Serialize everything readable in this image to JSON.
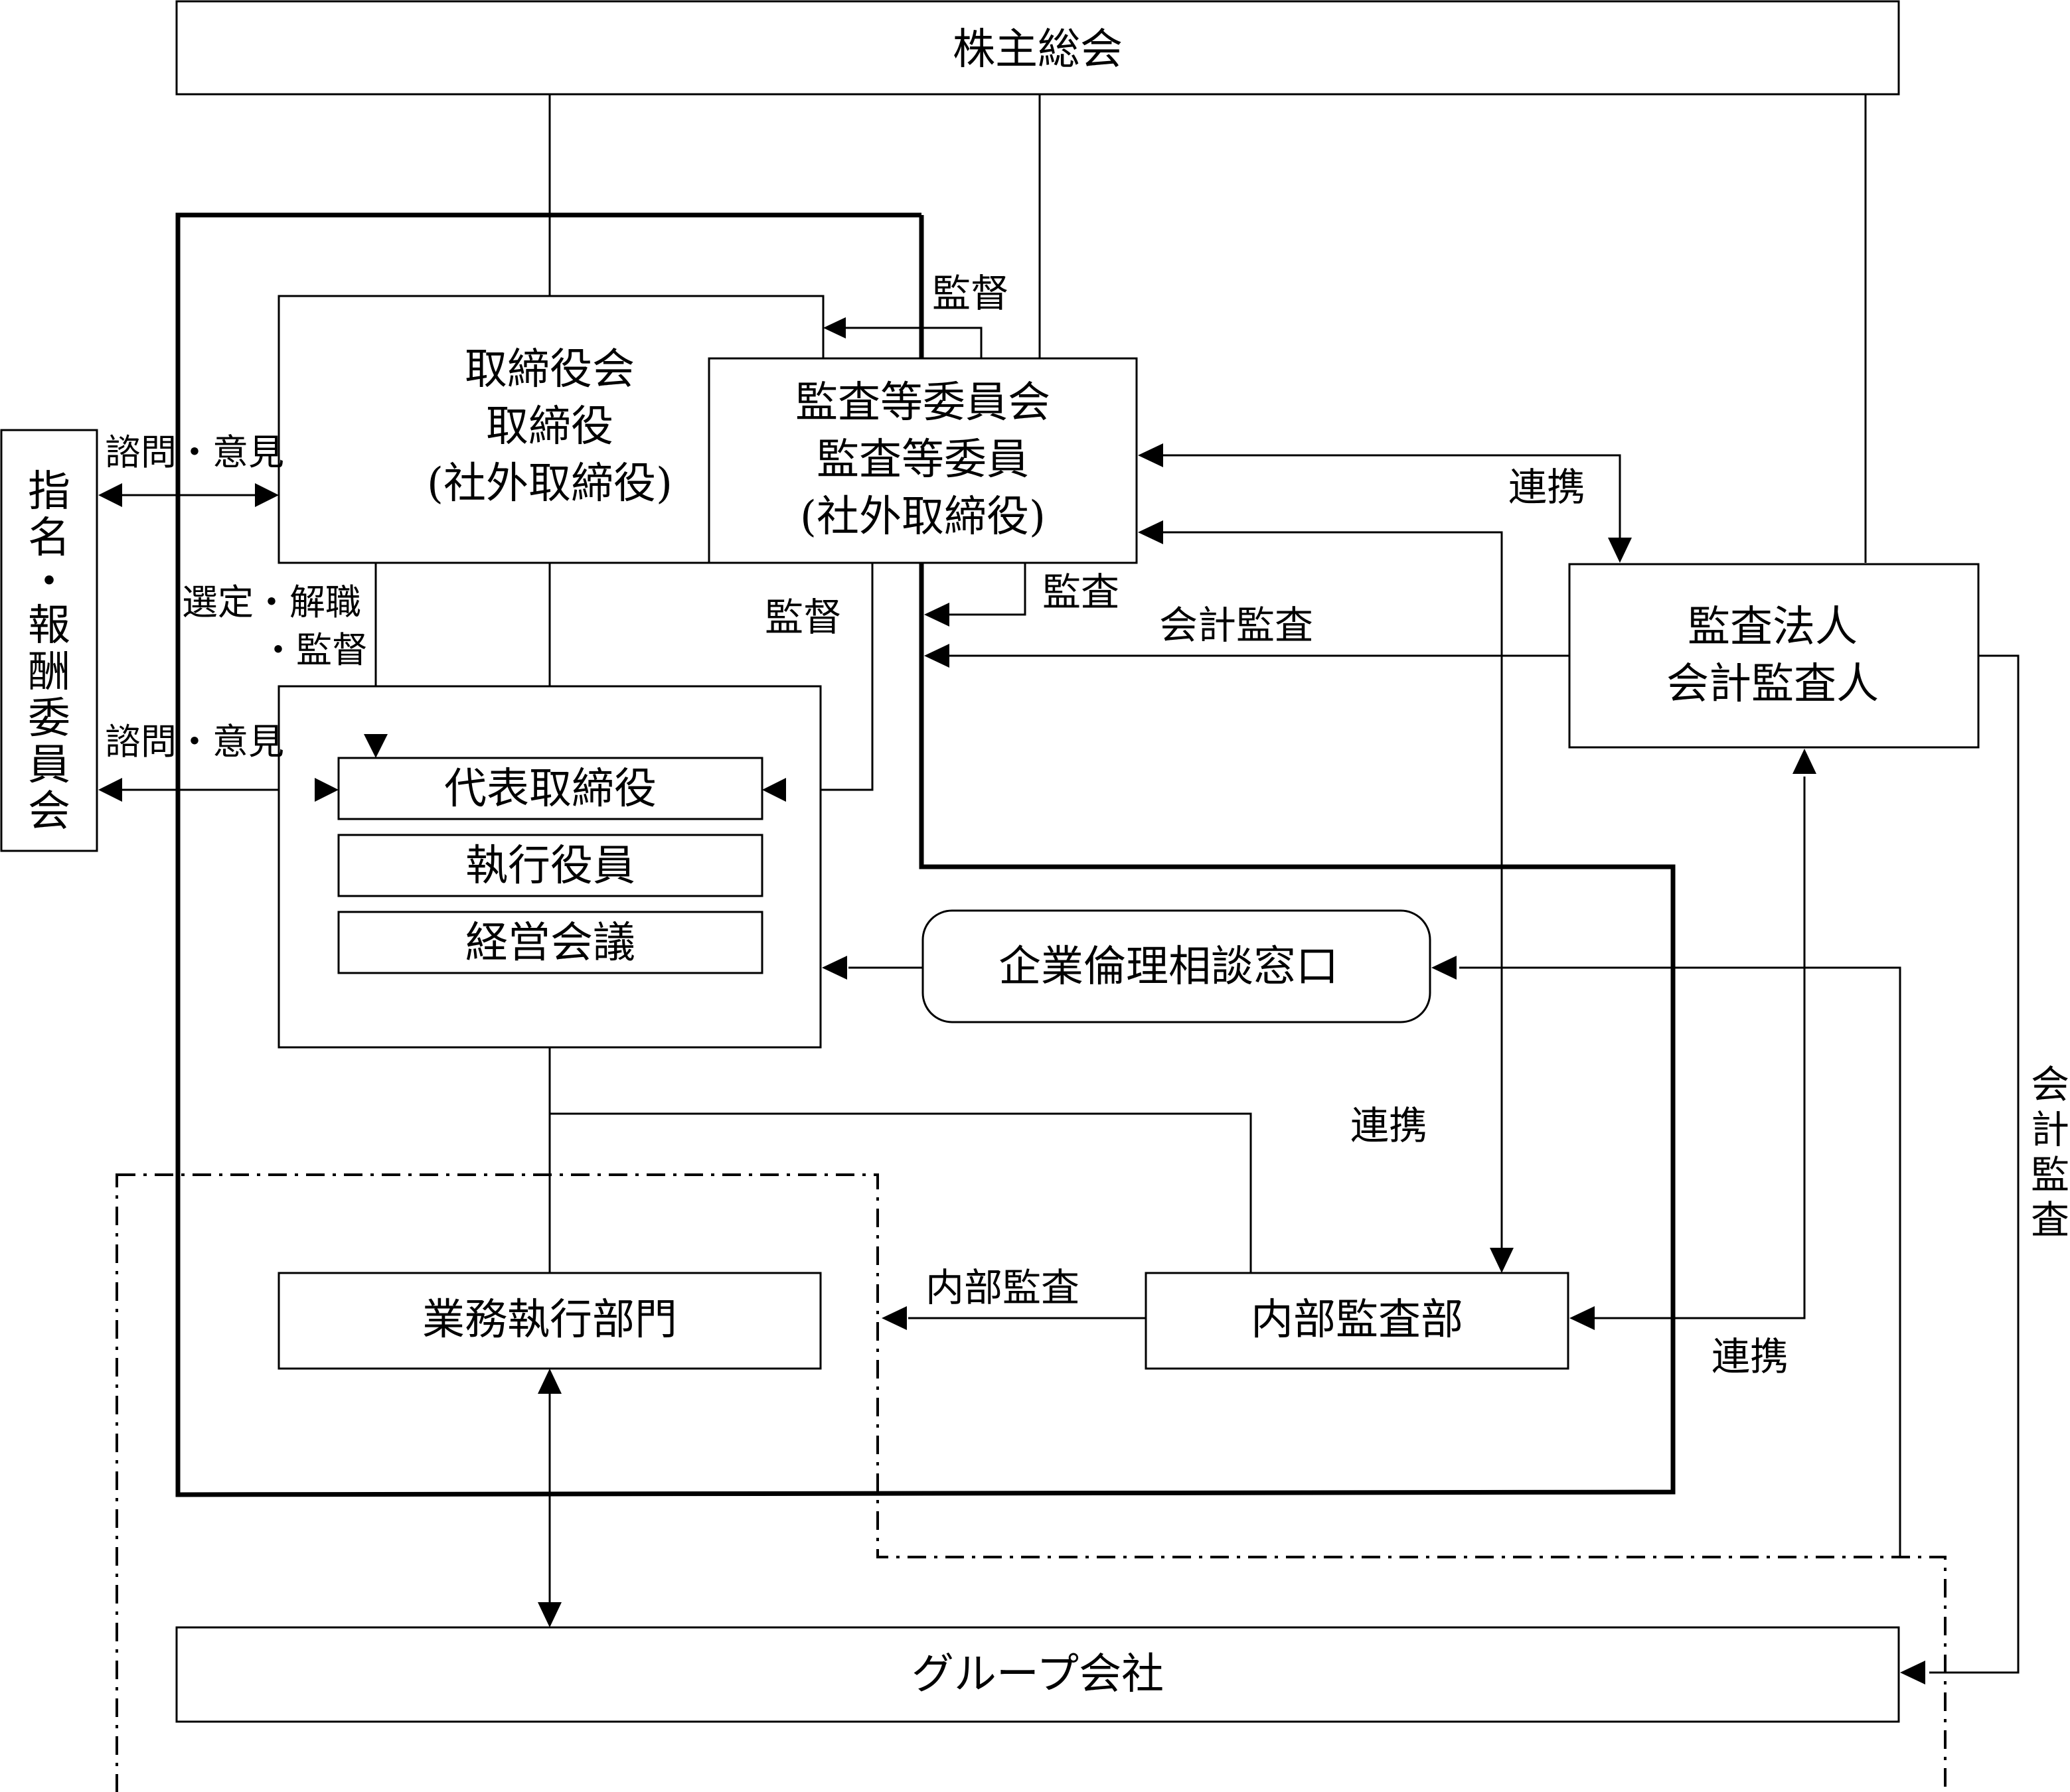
{
  "nodes": {
    "shareholders": "株主総会",
    "board": [
      "取締役会",
      "取締役",
      "(社外取締役)"
    ],
    "audit_committee": [
      "監査等委員会",
      "監査等委員",
      "(社外取締役)"
    ],
    "nomination_committee": [
      "指",
      "名",
      "・",
      "報",
      "酬",
      "委",
      "員",
      "会"
    ],
    "representative_director": "代表取締役",
    "executive_officers": "執行役員",
    "management_meeting": "経営会議",
    "ethics_desk": "企業倫理相談窓口",
    "audit_firm": [
      "監査法人",
      "会計監査人"
    ],
    "business_division": "業務執行部門",
    "internal_audit": "内部監査部",
    "group_companies": "グループ会社"
  },
  "labels": {
    "supervision_top": "監督",
    "consult_opinion_1": "諮問・意見",
    "appoint_dismiss": "選定・解職",
    "appoint_supervise": "・監督",
    "consult_opinion_2": "諮問・意見",
    "supervision_mid": "監督",
    "audit": "監査",
    "accounting_audit": "会計監査",
    "cooperation_1": "連携",
    "cooperation_2": "連携",
    "cooperation_3": "連携",
    "internal_audit_label": "内部監査",
    "accounting_audit_vertical": [
      "会",
      "計",
      "監",
      "査"
    ]
  }
}
